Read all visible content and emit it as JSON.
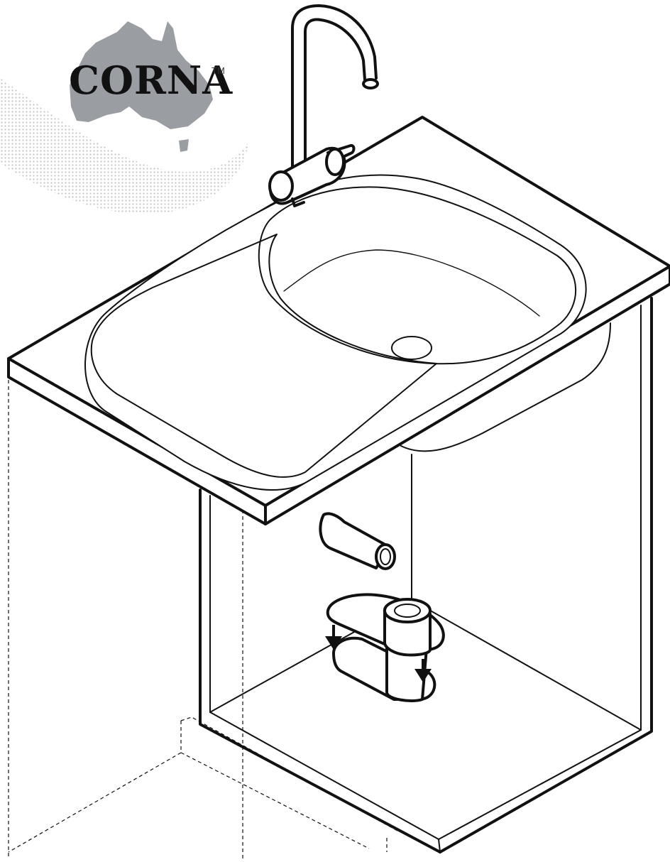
{
  "logo": {
    "brand": "CORNA",
    "trademark": "TM",
    "map_color": "#9a9ea3"
  },
  "illustration": {
    "subject": "sink-cabinet-installation",
    "arrow_color": "#111111"
  }
}
